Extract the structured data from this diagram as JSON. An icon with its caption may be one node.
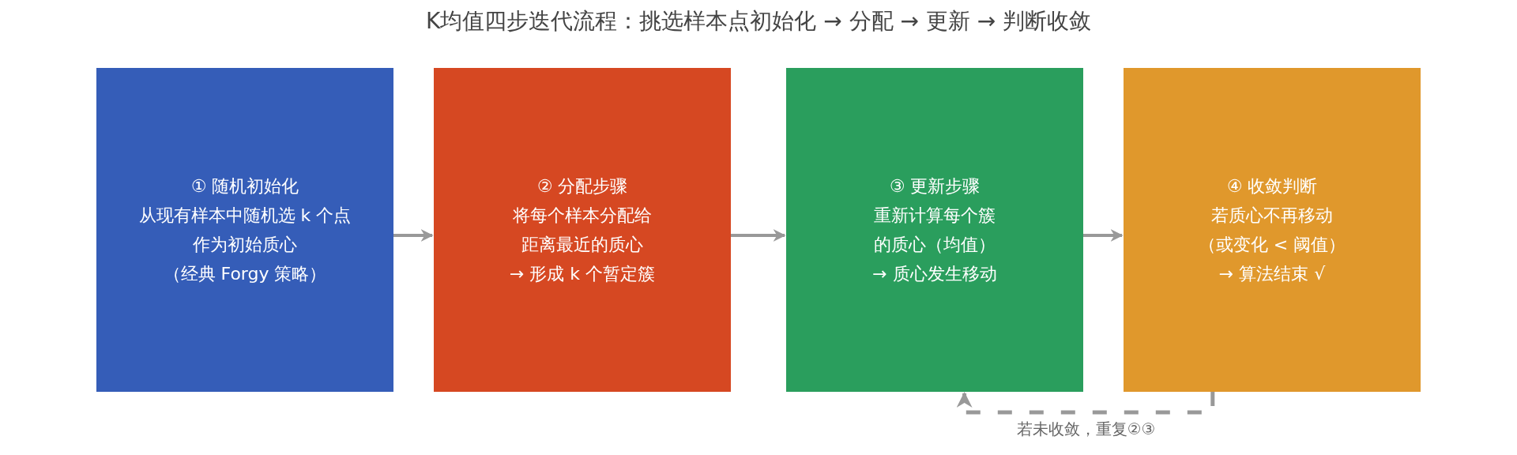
{
  "diagram": {
    "title": "K均值四步迭代流程：挑选样本点初始化 → 分配 → 更新 → 判断收敛",
    "nodes": [
      {
        "text": [
          "① 随机初始化",
          "从现有样本中随机选 k 个点",
          "作为初始质心",
          "（经典 Forgy 策略）"
        ]
      },
      {
        "text": [
          "② 分配步骤",
          "将每个样本分配给",
          "距离最近的质心",
          "→ 形成 k 个暂定簇"
        ]
      },
      {
        "text": [
          "③ 更新步骤",
          "重新计算每个簇",
          "的质心（均值）",
          "→ 质心发生移动"
        ]
      },
      {
        "text": [
          "④ 收敛判断",
          "若质心不再移动",
          "（或变化 < 阈值）",
          "→ 算法结束 √"
        ]
      }
    ],
    "edges": [
      {
        "from": 0,
        "to": 1,
        "arrow": "to"
      },
      {
        "from": 1,
        "to": 2,
        "arrow": "to"
      },
      {
        "from": 2,
        "to": 3,
        "arrow": "to"
      },
      {
        "from": 3,
        "to": 2,
        "arrow": "to",
        "style": "dashed",
        "label": "若未收敛，重复②③"
      }
    ]
  }
}
